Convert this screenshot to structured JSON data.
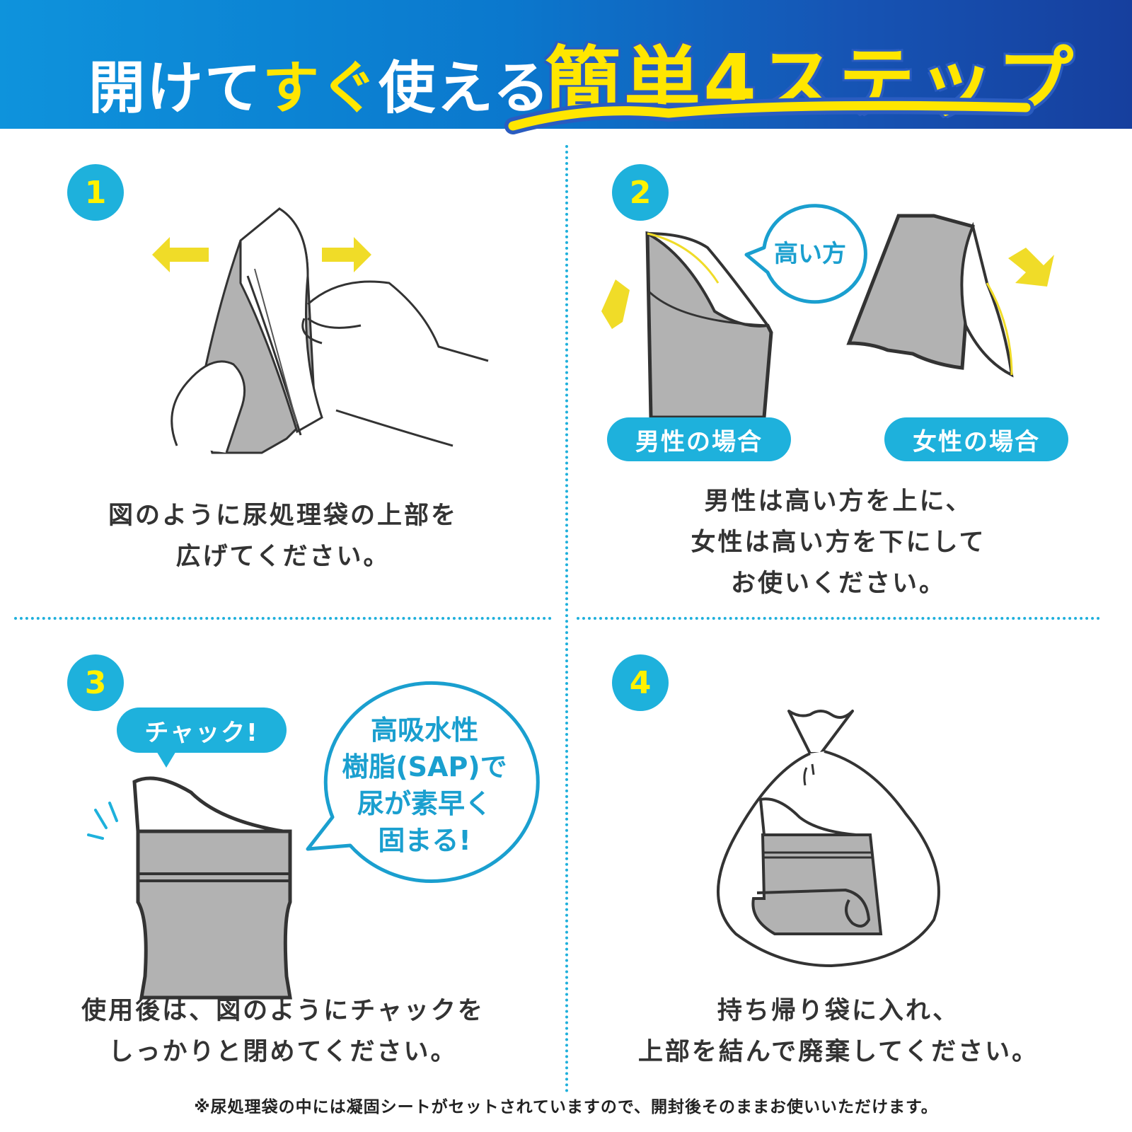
{
  "header": {
    "title_part1": "開けて",
    "title_highlight": "すぐ",
    "title_part2": "使える",
    "title_emphasis": "簡単4ステップ",
    "colors": {
      "gradient_start": "#0e93dc",
      "gradient_end": "#163f9e",
      "accent_yellow": "#ffe600"
    }
  },
  "steps": [
    {
      "number": "1",
      "illustration": "hands-opening-bag",
      "caption_lines": [
        "図のように尿処理袋の上部を",
        "広げてください。"
      ]
    },
    {
      "number": "2",
      "illustration": "bag-orientation",
      "bubble": "高い方",
      "labels": [
        "男性の場合",
        "女性の場合"
      ],
      "caption_lines": [
        "男性は高い方を上に、",
        "女性は高い方を下にして",
        "お使いください。"
      ]
    },
    {
      "number": "3",
      "illustration": "zipper-closed-bag",
      "speech_pill": "チャック!",
      "bubble_lines": [
        "高吸水性",
        "樹脂(SAP)で",
        "尿が素早く",
        "固まる!"
      ],
      "caption_lines": [
        "使用後は、図のようにチャックを",
        "しっかりと閉めてください。"
      ]
    },
    {
      "number": "4",
      "illustration": "tied-disposal-bag",
      "caption_lines": [
        "持ち帰り袋に入れ、",
        "上部を結んで廃棄してください。"
      ]
    }
  ],
  "footnote": "※尿処理袋の中には凝固シートがセットされていますので、開封後そのままお使いいただけます。",
  "colors": {
    "step_circle": "#1eb1dc",
    "step_number": "#fff200",
    "divider": "#1fb0dc",
    "bag_gray": "#b0b0b0",
    "outline": "#3a3a3a"
  }
}
